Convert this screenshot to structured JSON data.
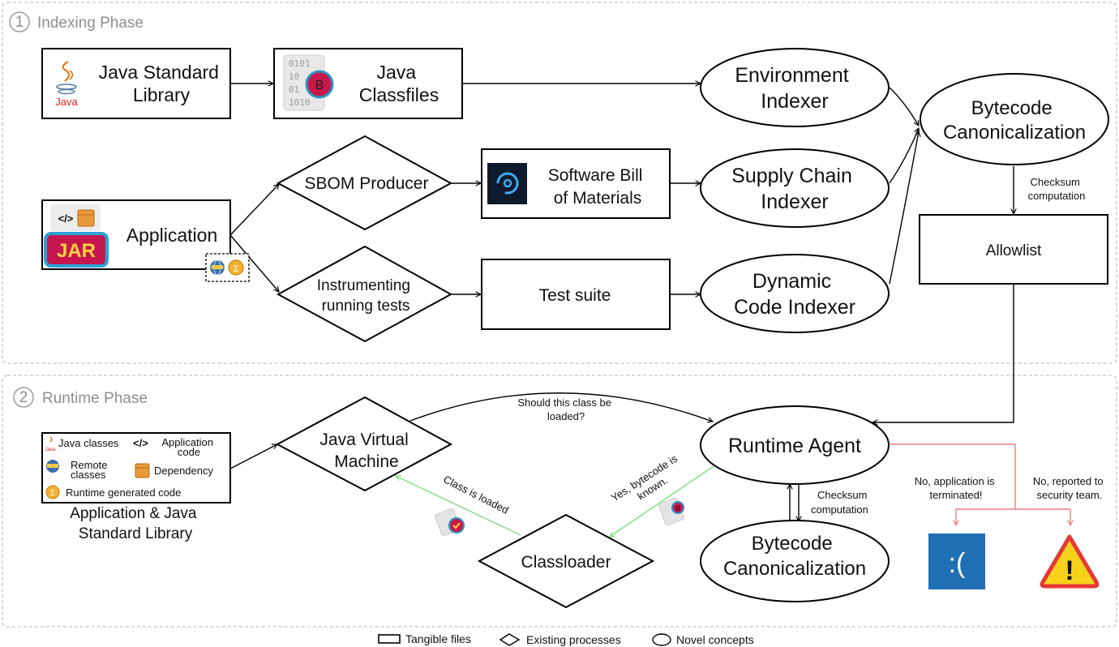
{
  "phases": {
    "indexing": {
      "number": "1",
      "label": "Indexing Phase"
    },
    "runtime": {
      "number": "2",
      "label": "Runtime Phase"
    }
  },
  "nodes": {
    "java_std_lib": [
      "Java Standard",
      "Library"
    ],
    "java_classfiles": [
      "Java",
      "Classfiles"
    ],
    "environment_indexer": [
      "Environment",
      "Indexer"
    ],
    "bytecode_canon_top": [
      "Bytecode",
      "Canonicalization"
    ],
    "sbom_producer": [
      "SBOM Producer"
    ],
    "sbom": [
      "Software Bill",
      "of Materials"
    ],
    "supply_chain_indexer": [
      "Supply Chain",
      "Indexer"
    ],
    "application": [
      "Application"
    ],
    "instrumenting": [
      "Instrumenting",
      "running tests"
    ],
    "test_suite": [
      "Test suite"
    ],
    "dynamic_indexer": [
      "Dynamic",
      "Code Indexer"
    ],
    "allowlist": [
      "Allowlist"
    ],
    "jvm": [
      "Java Virtual",
      "Machine"
    ],
    "runtime_agent": [
      "Runtime Agent"
    ],
    "classloader": [
      "Classloader"
    ],
    "bytecode_canon_bottom": [
      "Bytecode",
      "Canonicalization"
    ]
  },
  "edge_labels": {
    "checksum_top": [
      "Checksum",
      "computation"
    ],
    "should_load": [
      "Should this class be",
      "loaded?"
    ],
    "yes_known": [
      "Yes,  bytecode is",
      "known."
    ],
    "class_loaded": [
      "Class is loaded"
    ],
    "checksum_bottom": [
      "Checksum",
      "computation"
    ],
    "terminated": [
      "No, application is",
      "terminated!"
    ],
    "reported": [
      "No, reported to",
      "security team."
    ]
  },
  "app_legend": {
    "java_classes": "Java classes",
    "application_code": [
      "Application",
      "code"
    ],
    "remote_classes": [
      "Remote",
      "classes"
    ],
    "dependency": "Dependency",
    "runtime_generated": "Runtime generated code",
    "caption": [
      "Application & Java",
      "Standard Library"
    ]
  },
  "icon_text": {
    "java_logo": "Java",
    "jar_label": "JAR",
    "binary_rows": [
      "0101",
      "10",
      "01",
      "1010"
    ],
    "b_badge": "B",
    "sad_face": ":(",
    "warning_mark": "!"
  },
  "legend": {
    "tangible": "Tangible files",
    "existing": "Existing processes",
    "novel": "Novel concepts"
  },
  "colors": {
    "phase_text": "#8e8e8e",
    "frame": "#c4c4c4",
    "green_arrow": "#7be07b",
    "red_arrow": "#f07c7c",
    "bsod_blue": "#1f6fb5",
    "warning_yellow": "#f7d21b",
    "warning_red": "#e53935",
    "jar_magenta": "#c4174f",
    "badge_magenta": "#c9184a"
  }
}
